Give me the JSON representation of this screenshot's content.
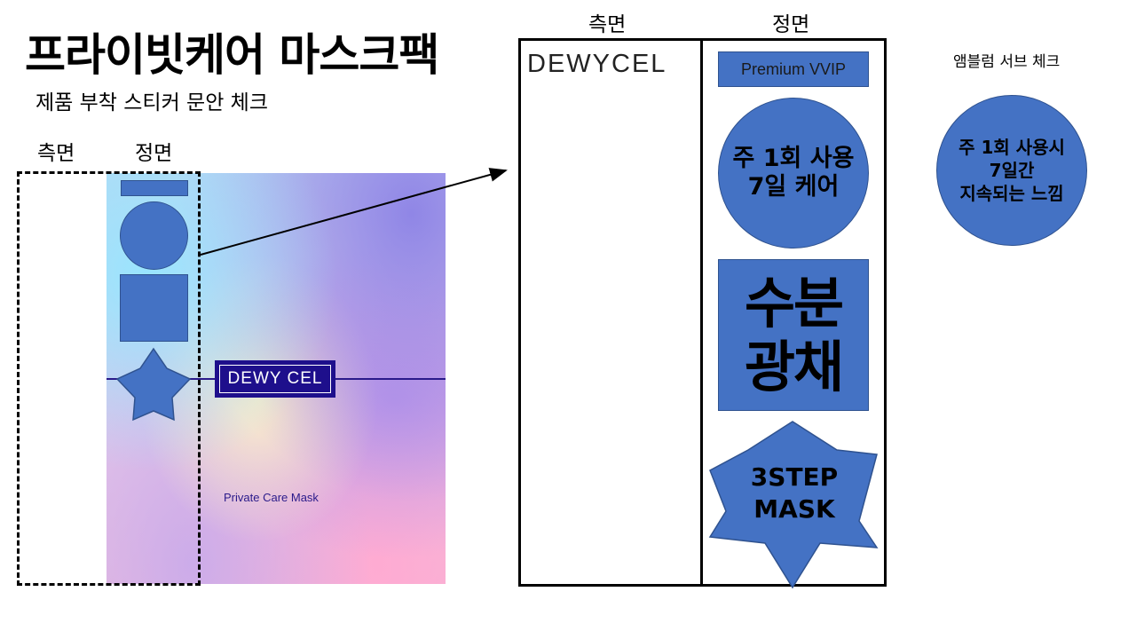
{
  "header": {
    "title": "프라이빗케어 마스크팩",
    "subtitle": "제품 부착 스티커 문안 체크"
  },
  "photo_view": {
    "label_side": "측면",
    "label_front": "정면",
    "logo_badge": "DEWY CEL",
    "caption": "Private Care Mask"
  },
  "layout_panel": {
    "label_side": "측면",
    "label_front": "정면",
    "brand": "DEWYCEL",
    "premium_badge": "Premium VVIP",
    "circle_sticker": "주 1회 사용\n7일 케어",
    "square_sticker": "수분\n광채",
    "star_sticker": "3STEP\nMASK"
  },
  "sample_check": {
    "title": "앰블럼 서브 체크",
    "circle_text": "주 1회 사용시\n7일간\n지속되는 느낌"
  },
  "colors": {
    "sticker_fill": "#4472c4",
    "sticker_border": "#2f528f",
    "logo_navy": "#1e0f8c"
  }
}
